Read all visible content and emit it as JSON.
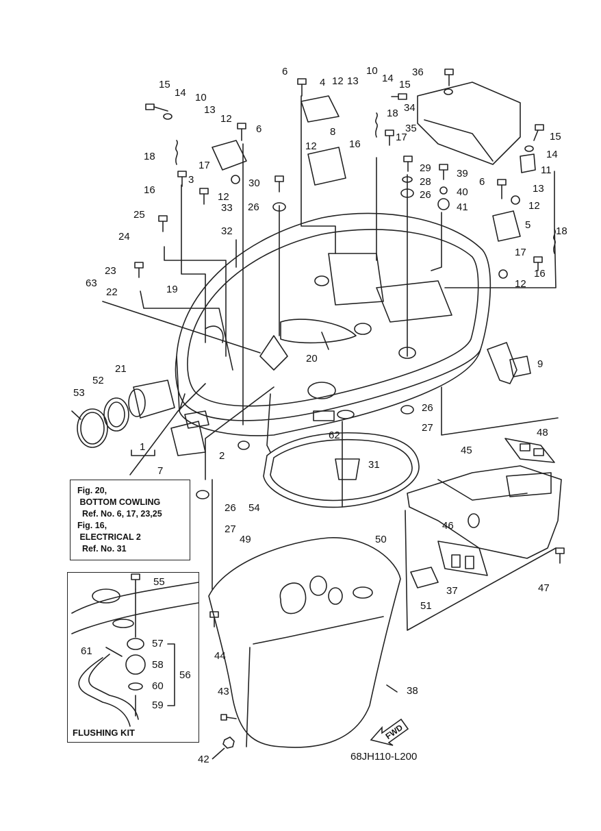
{
  "fig_reference": {
    "lines": [
      "Fig. 20,",
      " BOTTOM COWLING",
      "  Ref. No. 6, 17, 23,25",
      "Fig. 16,",
      " ELECTRICAL 2",
      "  Ref. No. 31"
    ]
  },
  "flushing_kit": {
    "title": "FLUSHING KIT"
  },
  "fwd_arrow": {
    "label": "FWD"
  },
  "diagram_code": "68JH110-L200",
  "callouts": [
    {
      "id": "c15a",
      "text": "15"
    },
    {
      "id": "c14a",
      "text": "14"
    },
    {
      "id": "c10a",
      "text": "10"
    },
    {
      "id": "c13a",
      "text": "13"
    },
    {
      "id": "c12a",
      "text": "12"
    },
    {
      "id": "c6a",
      "text": "6"
    },
    {
      "id": "c18a",
      "text": "18"
    },
    {
      "id": "c17a",
      "text": "17"
    },
    {
      "id": "c3",
      "text": "3"
    },
    {
      "id": "c12b",
      "text": "12"
    },
    {
      "id": "c16a",
      "text": "16"
    },
    {
      "id": "c30",
      "text": "30"
    },
    {
      "id": "c33",
      "text": "33"
    },
    {
      "id": "c26a",
      "text": "26"
    },
    {
      "id": "c32",
      "text": "32"
    },
    {
      "id": "c25",
      "text": "25"
    },
    {
      "id": "c24",
      "text": "24"
    },
    {
      "id": "c23",
      "text": "23"
    },
    {
      "id": "c63",
      "text": "63"
    },
    {
      "id": "c22",
      "text": "22"
    },
    {
      "id": "c19",
      "text": "19"
    },
    {
      "id": "c6b",
      "text": "6"
    },
    {
      "id": "c4",
      "text": "4"
    },
    {
      "id": "c12c",
      "text": "12"
    },
    {
      "id": "c13b",
      "text": "13"
    },
    {
      "id": "c10b",
      "text": "10"
    },
    {
      "id": "c14b",
      "text": "14"
    },
    {
      "id": "c15b",
      "text": "15"
    },
    {
      "id": "c18b",
      "text": "18"
    },
    {
      "id": "c12d",
      "text": "12"
    },
    {
      "id": "c8",
      "text": "8"
    },
    {
      "id": "c16b",
      "text": "16"
    },
    {
      "id": "c17b",
      "text": "17"
    },
    {
      "id": "c36",
      "text": "36"
    },
    {
      "id": "c34",
      "text": "34"
    },
    {
      "id": "c35",
      "text": "35"
    },
    {
      "id": "c15c",
      "text": "15"
    },
    {
      "id": "c14c",
      "text": "14"
    },
    {
      "id": "c11",
      "text": "11"
    },
    {
      "id": "c29",
      "text": "29"
    },
    {
      "id": "c39",
      "text": "39"
    },
    {
      "id": "c28",
      "text": "28"
    },
    {
      "id": "c40",
      "text": "40"
    },
    {
      "id": "c26b",
      "text": "26"
    },
    {
      "id": "c41",
      "text": "41"
    },
    {
      "id": "c6c",
      "text": "6"
    },
    {
      "id": "c13c",
      "text": "13"
    },
    {
      "id": "c12e",
      "text": "12"
    },
    {
      "id": "c5",
      "text": "5"
    },
    {
      "id": "c18c",
      "text": "18"
    },
    {
      "id": "c17c",
      "text": "17"
    },
    {
      "id": "c16c",
      "text": "16"
    },
    {
      "id": "c12f",
      "text": "12"
    },
    {
      "id": "c20",
      "text": "20"
    },
    {
      "id": "c9",
      "text": "9"
    },
    {
      "id": "c21",
      "text": "21"
    },
    {
      "id": "c52",
      "text": "52"
    },
    {
      "id": "c53",
      "text": "53"
    },
    {
      "id": "c1",
      "text": "1"
    },
    {
      "id": "c7",
      "text": "7"
    },
    {
      "id": "c2",
      "text": "2"
    },
    {
      "id": "c62",
      "text": "62"
    },
    {
      "id": "c26c",
      "text": "26"
    },
    {
      "id": "c27a",
      "text": "27"
    },
    {
      "id": "c48",
      "text": "48"
    },
    {
      "id": "c45",
      "text": "45"
    },
    {
      "id": "c31",
      "text": "31"
    },
    {
      "id": "c54",
      "text": "54"
    },
    {
      "id": "c26d",
      "text": "26"
    },
    {
      "id": "c27b",
      "text": "27"
    },
    {
      "id": "c46",
      "text": "46"
    },
    {
      "id": "c49",
      "text": "49"
    },
    {
      "id": "c50",
      "text": "50"
    },
    {
      "id": "c47",
      "text": "47"
    },
    {
      "id": "c37",
      "text": "37"
    },
    {
      "id": "c51",
      "text": "51"
    },
    {
      "id": "c55",
      "text": "55"
    },
    {
      "id": "c57",
      "text": "57"
    },
    {
      "id": "c61",
      "text": "61"
    },
    {
      "id": "c58",
      "text": "58"
    },
    {
      "id": "c56",
      "text": "56"
    },
    {
      "id": "c60",
      "text": "60"
    },
    {
      "id": "c59",
      "text": "59"
    },
    {
      "id": "c44",
      "text": "44"
    },
    {
      "id": "c38",
      "text": "38"
    },
    {
      "id": "c43",
      "text": "43"
    },
    {
      "id": "c42",
      "text": "42"
    }
  ]
}
